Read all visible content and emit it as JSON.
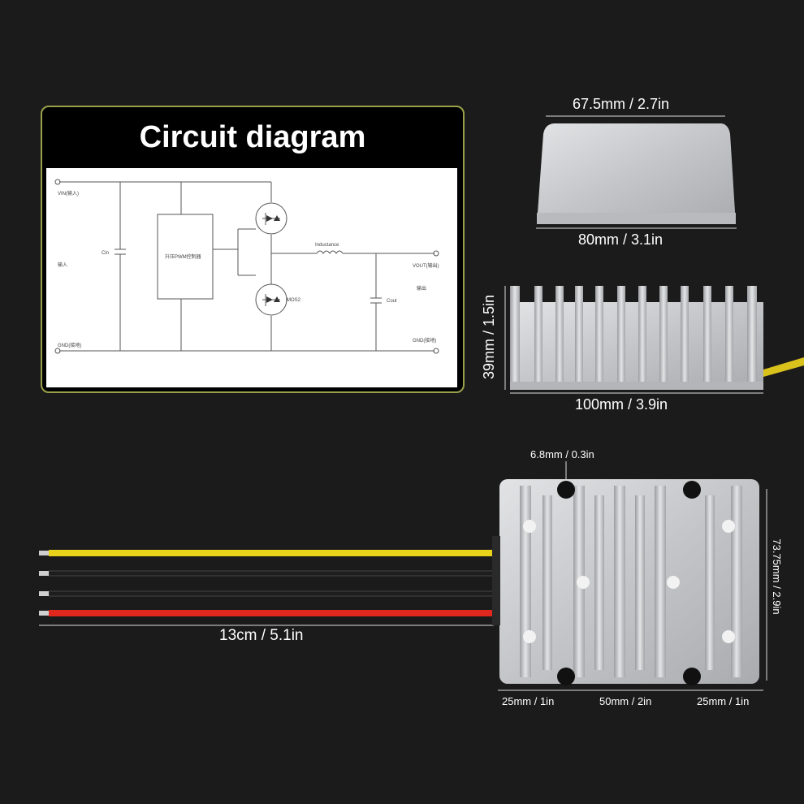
{
  "circuit": {
    "title": "Circuit diagram",
    "labels": {
      "vin": "VIN(输入)",
      "input": "输入",
      "gnd_in": "GND(接地)",
      "cin": "Cin",
      "controller": "升压PWM控制器",
      "inductance": "Inductance",
      "mos2": "MOS2",
      "cout": "Cout",
      "vout": "VOUT(输出)",
      "output": "输出",
      "gnd_out": "GND(接地)"
    }
  },
  "dimensions": {
    "top_width": "67.5mm / 2.7in",
    "base_width": "80mm / 3.1in",
    "height": "39mm / 1.5in",
    "length": "100mm / 3.9in",
    "hole_diameter": "6.8mm / 0.3in",
    "side_height": "73.75mm / 2.9in",
    "cable_length": "13cm / 5.1in",
    "bottom_left": "25mm / 1in",
    "bottom_middle": "50mm / 2in",
    "bottom_right": "25mm / 1in"
  },
  "colors": {
    "background": "#1b1b1b",
    "panel_border": "#9aa04a",
    "aluminum": "#c9cacc",
    "wire_yellow": "#e8d21a",
    "wire_black": "#1e1e1e",
    "wire_red": "#e0281e"
  }
}
